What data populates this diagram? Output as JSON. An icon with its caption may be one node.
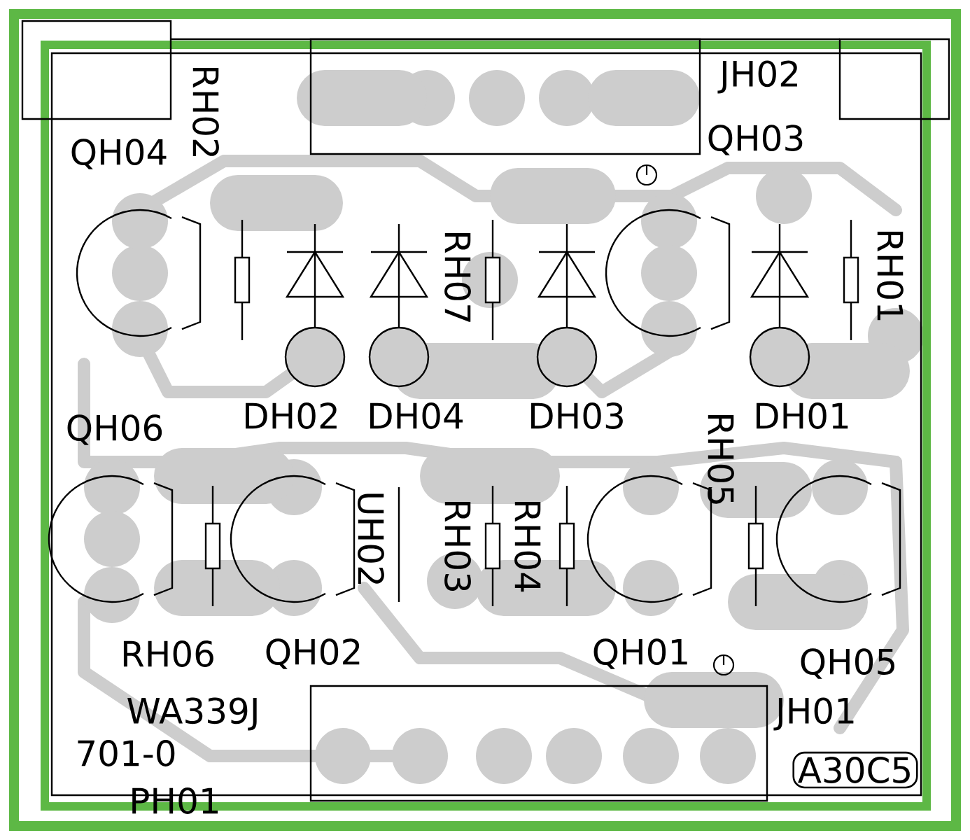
{
  "diagram": {
    "nodes": [
      {
        "text": [
          "A30C5"
        ]
      }
    ],
    "labels": [
      "RH02",
      "JH02",
      "QH04",
      "QH03",
      "RH07",
      "RH01",
      "DH02",
      "DH04",
      "DH03",
      "RH05",
      "DH01",
      "QH06",
      "UH02",
      "RH03",
      "RH04",
      "RH06",
      "QH02",
      "QH01",
      "QH05",
      "WA339J",
      "JH01",
      "701-0",
      "PH01"
    ]
  }
}
